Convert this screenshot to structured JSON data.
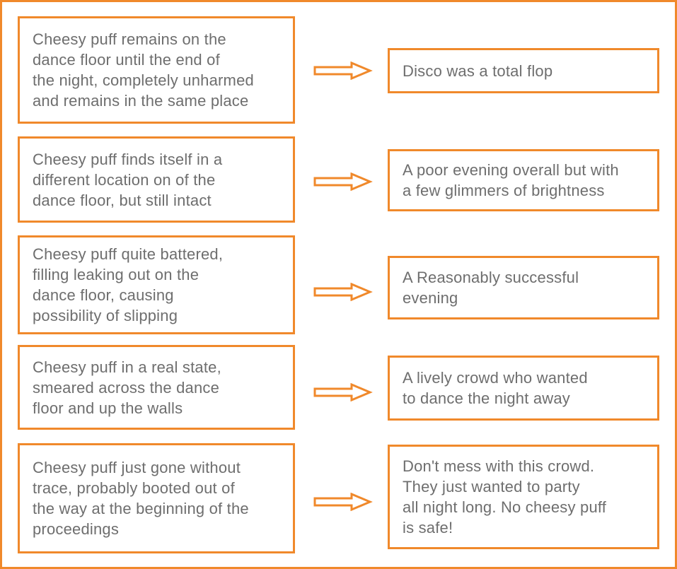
{
  "colors": {
    "accent": "#f0892b",
    "text": "#6e6e6e",
    "background": "#ffffff"
  },
  "rows": [
    {
      "condition": "Cheesy puff remains on the\ndance floor until the end of\nthe night, completely unharmed\nand remains in the same place",
      "outcome": "Disco was a total flop"
    },
    {
      "condition": "Cheesy puff finds itself in a\ndifferent location on of the\ndance floor, but still intact",
      "outcome": "A poor evening overall but with\na few glimmers of brightness"
    },
    {
      "condition": "Cheesy puff quite battered,\nfilling leaking out on the\ndance floor, causing\npossibility of slipping",
      "outcome": "A Reasonably successful\nevening"
    },
    {
      "condition": "Cheesy puff in a real state,\nsmeared across the dance\nfloor and up the walls",
      "outcome": "A lively crowd who wanted\nto dance the night away"
    },
    {
      "condition": "Cheesy puff just gone without\ntrace, probably booted out of\nthe way at the beginning of the\nproceedings",
      "outcome": "Don't mess with this crowd.\nThey just wanted to party\nall night long. No cheesy puff\nis safe!"
    }
  ]
}
